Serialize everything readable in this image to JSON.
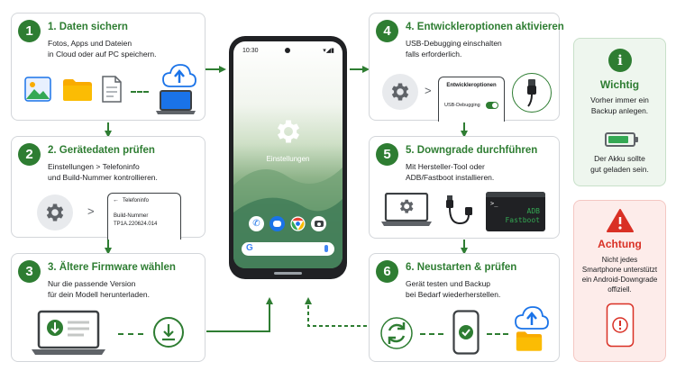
{
  "steps": [
    {
      "number": "1",
      "title": "1. Daten sichern",
      "desc": "Fotos, Apps und Dateien\nin Cloud oder auf PC speichern."
    },
    {
      "number": "2",
      "title": "2. Gerätedaten prüfen",
      "desc": "Einstellungen > Telefoninfo\nund Build-Nummer kontrollieren.",
      "phone_header": "Telefoninfo",
      "phone_line1": "Build-Nummer",
      "phone_line2": "TP1A.220624.014"
    },
    {
      "number": "3",
      "title": "3. Ältere Firmware wählen",
      "desc": "Nur die passende Version\nfür dein Modell herunterladen."
    },
    {
      "number": "4",
      "title": "4. Entwickleroptionen aktivieren",
      "desc": "USB-Debugging einschalten\nfalls erforderlich.",
      "phone_header": "Entwickleroptionen",
      "phone_line1": "USB-Debugging"
    },
    {
      "number": "5",
      "title": "5. Downgrade durchführen",
      "desc": "Mit Hersteller-Tool oder\nADB/Fastboot installieren.",
      "terminal_prompt": ">_",
      "terminal_text": "ADB\nFastboot"
    },
    {
      "number": "6",
      "title": "6. Neustarten & prüfen",
      "desc": "Gerät testen und Backup\nbei Bedarf wiederherstellen."
    }
  ],
  "center_phone": {
    "time": "10:30",
    "settings_label": "Einstellungen"
  },
  "important": {
    "title": "Wichtig",
    "text1": "Vorher immer ein\nBackup anlegen.",
    "text2": "Der Akku sollte\ngut geladen sein.",
    "accent": "#2e7d32",
    "bg": "#eef6ee"
  },
  "warning": {
    "title": "Achtung",
    "text": "Nicht jedes\nSmartphone unterstützt\nein Android-Downgrade\noffiziell.",
    "accent": "#d93025",
    "bg": "#fdecea"
  },
  "colors": {
    "green": "#2e7d32",
    "gray": "#5f6368",
    "blue": "#1a73e8",
    "folder": "#f9ab00"
  }
}
